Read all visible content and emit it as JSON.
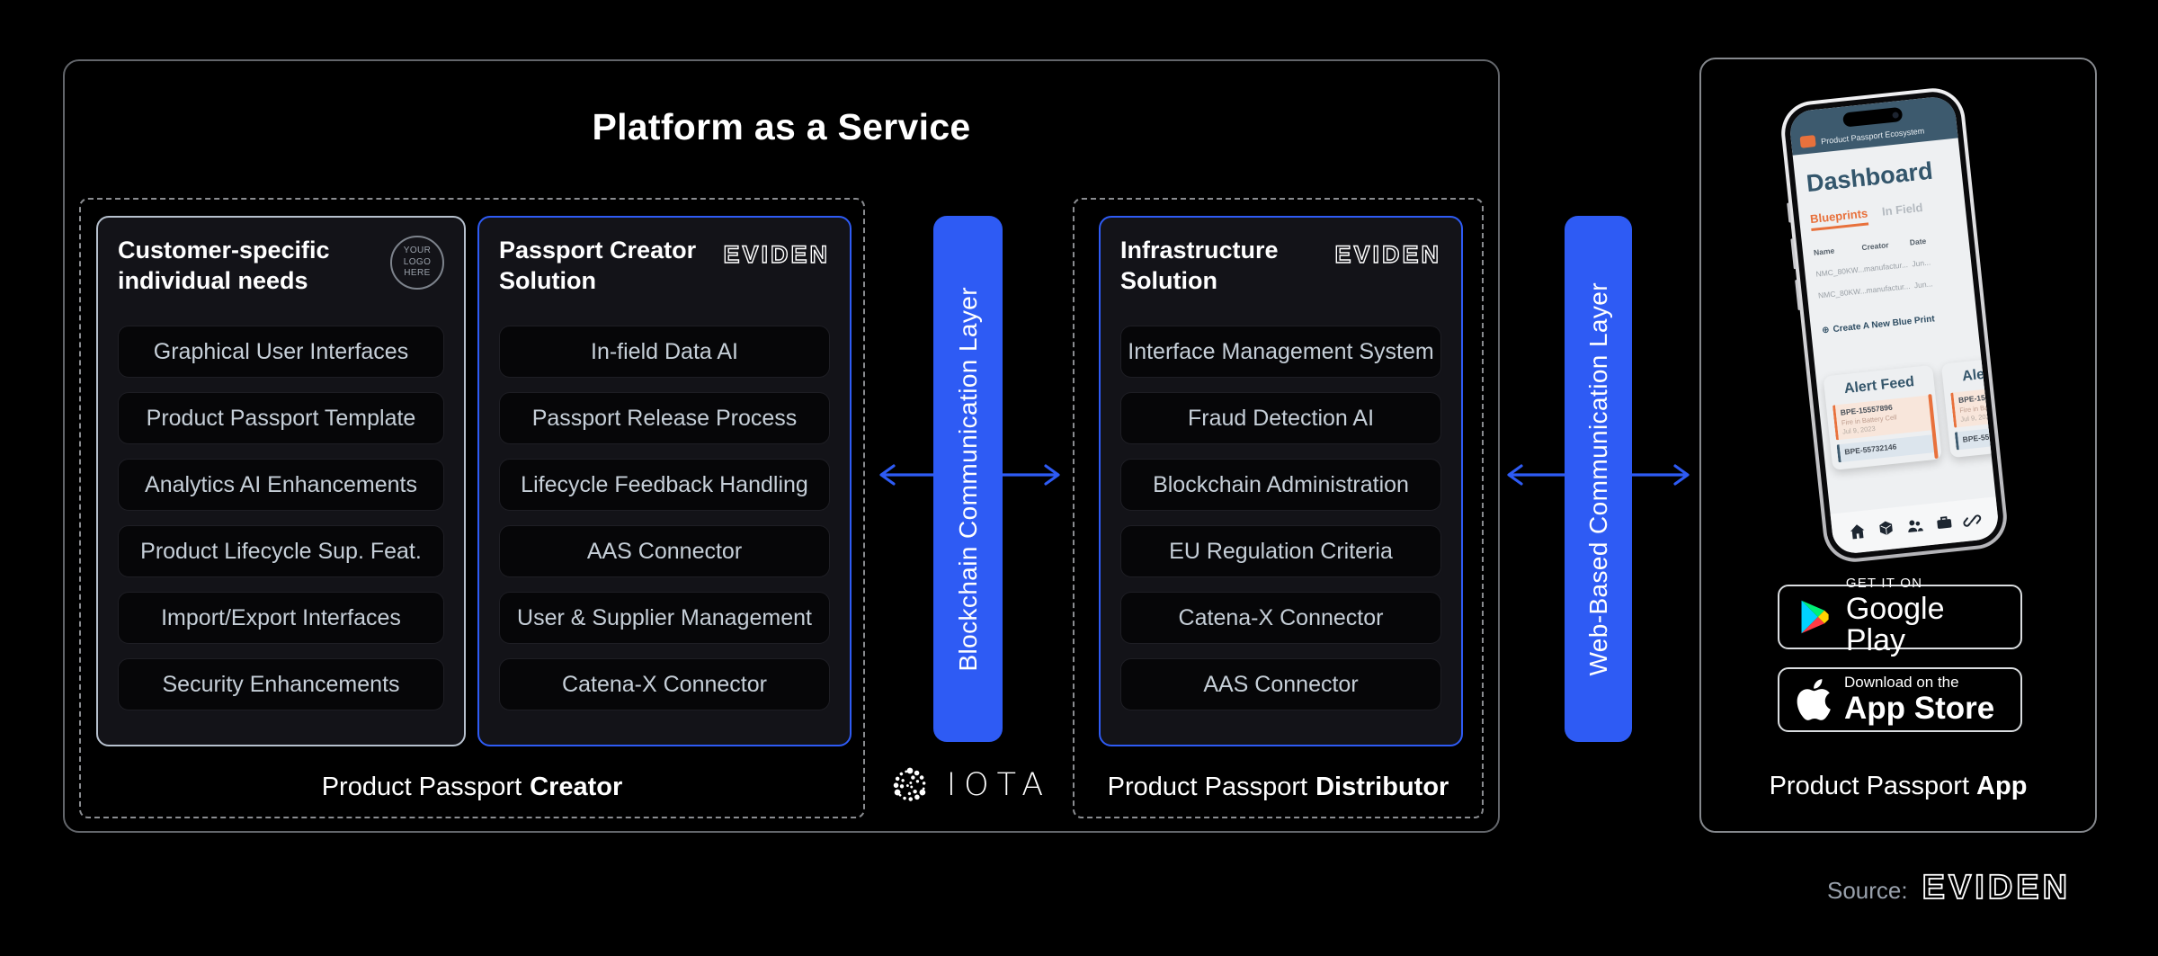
{
  "title": "Platform as a Service",
  "colors": {
    "accent_blue": "#2e5bf4",
    "orange": "#e8713c",
    "slate_header": "#3d5a6e",
    "panel_border_light": "#b7c1ce",
    "background": "#000000"
  },
  "creator_group": {
    "bottom_label": {
      "prefix": "Product Passport",
      "bold": "Creator"
    },
    "customer_panel": {
      "title": "Customer-specific individual needs",
      "logo_placeholder": "YOUR LOGO HERE",
      "items": [
        "Graphical User Interfaces",
        "Product Passport Template",
        "Analytics AI Enhancements",
        "Product Lifecycle Sup. Feat.",
        "Import/Export Interfaces",
        "Security Enhancements"
      ]
    },
    "creator_panel": {
      "title": "Passport Creator Solution",
      "brand": "EVIDEN",
      "items": [
        "In-field Data AI",
        "Passport Release Process",
        "Lifecycle Feedback Handling",
        "AAS Connector",
        "User & Supplier Management",
        "Catena-X Connector"
      ]
    }
  },
  "blockchain_layer": {
    "label": "Blockchain Communication Layer"
  },
  "distributor_group": {
    "bottom_label": {
      "prefix": "Product Passport",
      "bold": "Distributor"
    },
    "infrastructure_panel": {
      "title": "Infrastructure Solution",
      "brand": "EVIDEN",
      "items": [
        "Interface Management System",
        "Fraud Detection AI",
        "Blockchain Administration",
        "EU Regulation Criteria",
        "Catena-X Connector",
        "AAS Connector"
      ]
    }
  },
  "web_layer": {
    "label": "Web-Based Communication Layer"
  },
  "iota": {
    "label": "IOTA"
  },
  "app_card": {
    "bottom_label": {
      "prefix": "Product Passport",
      "bold": "App"
    },
    "phone": {
      "app_bar": "Product Passport Ecosystem",
      "screen_title": "Dashboard",
      "tabs": [
        "Blueprints",
        "In Field"
      ],
      "table": {
        "headers": [
          "Name",
          "Creator",
          "Date"
        ],
        "rows": [
          [
            "NMC_80KW...",
            "manufactur...",
            "Jun..."
          ],
          [
            "NMC_80KW...",
            "manufactur...",
            "Jun..."
          ]
        ]
      },
      "create_link_icon": "⊕",
      "create_link": "Create A New Blue Print",
      "alert_feed": {
        "title": "Alert Feed",
        "alerts": [
          {
            "id": "BPE-15557896",
            "desc": "Fire in Battery Cell",
            "date": "Jul 9, 2023",
            "accent": "#e8713c",
            "bg": "#f8e6db"
          },
          {
            "id": "BPE-55732146",
            "desc": "",
            "date": "",
            "accent": "#3d5a6e",
            "bg": "#dce5ed"
          }
        ]
      }
    },
    "google_play": {
      "tagline": "GET IT ON",
      "store": "Google Play"
    },
    "app_store": {
      "tagline": "Download on the",
      "store": "App Store"
    }
  },
  "source": {
    "label": "Source:",
    "brand": "EVIDEN"
  }
}
